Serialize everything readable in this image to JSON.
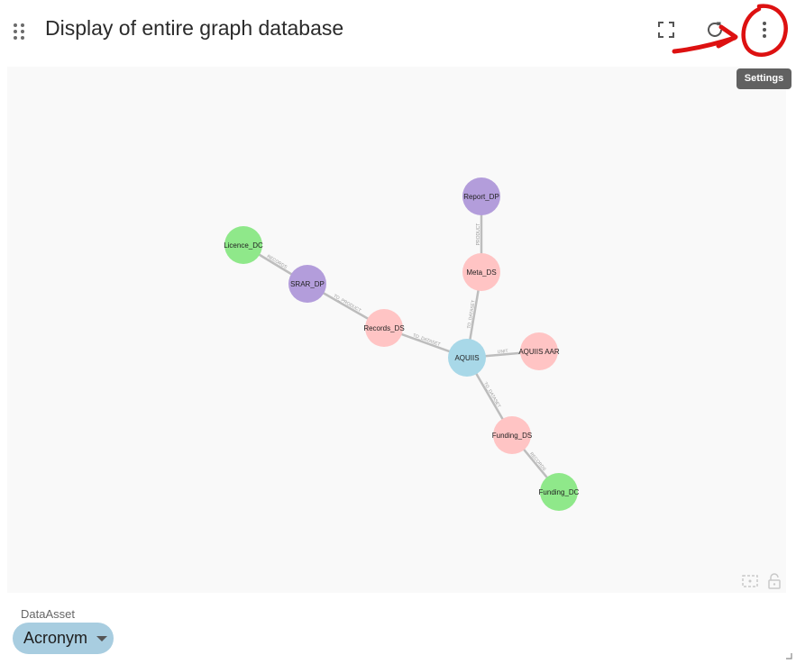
{
  "header": {
    "title": "Display of entire graph database",
    "icons": {
      "drag": "drag-handle-icon",
      "fullscreen": "fullscreen-icon",
      "refresh": "refresh-icon",
      "more": "more-vert-icon"
    },
    "tooltip": "Settings"
  },
  "graph": {
    "nodes": [
      {
        "id": "report_dp",
        "label": "Report_DP",
        "type": "product",
        "color": "#b39ddb"
      },
      {
        "id": "meta_ds",
        "label": "Meta_DS",
        "type": "dataset",
        "color": "#ffc4c4"
      },
      {
        "id": "licence_dc",
        "label": "Licence_DC",
        "type": "collection",
        "color": "#8fe88a"
      },
      {
        "id": "srar_dp",
        "label": "SRAR_DP",
        "type": "product",
        "color": "#b39ddb"
      },
      {
        "id": "records_ds",
        "label": "Records_DS",
        "type": "dataset",
        "color": "#ffc4c4"
      },
      {
        "id": "aquiis",
        "label": "AQUIIS",
        "type": "asset",
        "color": "#a8d8e8"
      },
      {
        "id": "aquiis_aar",
        "label": "AQUIIS AAR",
        "type": "dataset",
        "color": "#ffc4c4"
      },
      {
        "id": "funding_ds",
        "label": "Funding_DS",
        "type": "dataset",
        "color": "#ffc4c4"
      },
      {
        "id": "funding_dc",
        "label": "Funding_DC",
        "type": "collection",
        "color": "#8fe88a"
      }
    ],
    "edges": [
      {
        "from": "meta_ds",
        "to": "report_dp",
        "label": "PRODUCT"
      },
      {
        "from": "aquiis",
        "to": "meta_ds",
        "label": "TO_DATASET"
      },
      {
        "from": "srar_dp",
        "to": "licence_dc",
        "label": "RECORDS"
      },
      {
        "from": "records_ds",
        "to": "srar_dp",
        "label": "TO_PRODUCT"
      },
      {
        "from": "aquiis",
        "to": "records_ds",
        "label": "TO_DATASET"
      },
      {
        "from": "aquiis",
        "to": "aquiis_aar",
        "label": "UNIT"
      },
      {
        "from": "aquiis",
        "to": "funding_ds",
        "label": "TO_DATASET"
      },
      {
        "from": "funding_ds",
        "to": "funding_dc",
        "label": "RECORDS"
      }
    ],
    "controls": {
      "fit": "fit-view-icon",
      "lock": "lock-icon"
    }
  },
  "filter": {
    "label": "DataAsset",
    "value": "Acronym",
    "caret": "caret-down-icon"
  },
  "colors": {
    "annotation": "#dd1111",
    "chip": "#a8cde0",
    "tooltip": "#616161",
    "canvas": "#f9f9f9"
  }
}
